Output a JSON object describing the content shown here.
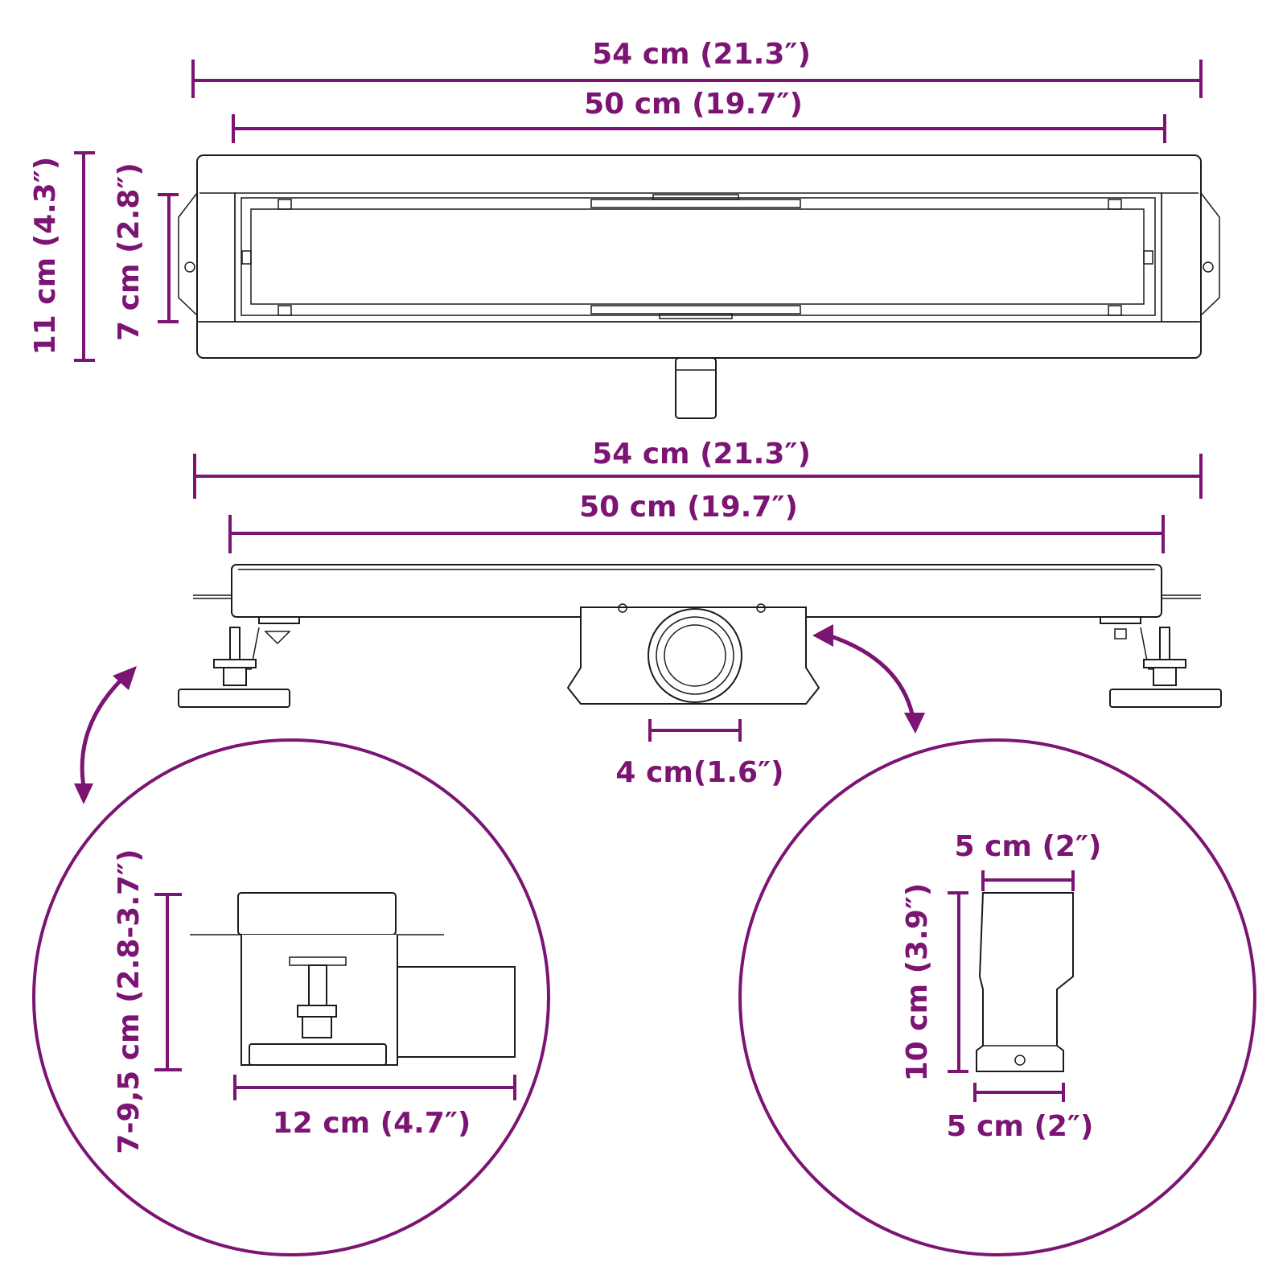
{
  "colors": {
    "dimension": "#7b1473",
    "drawing": "#1a1a1a",
    "background": "#ffffff"
  },
  "top_view": {
    "outer_width": "54 cm (21.3″)",
    "inner_width": "50 cm (19.7″)",
    "outer_height": "11 cm (4.3″)",
    "inner_height": "7 cm (2.8″)"
  },
  "side_view": {
    "outer_width": "54 cm (21.3″)",
    "inner_width": "50 cm (19.7″)",
    "outlet_diameter": "4 cm(1.6″)"
  },
  "detail_left": {
    "height_range": "7-9,5 cm (2.8-3.7″)",
    "length": "12 cm (4.7″)"
  },
  "detail_right": {
    "top_width": "5 cm (2″)",
    "height": "10 cm (3.9″)",
    "bottom_width": "5 cm (2″)"
  }
}
